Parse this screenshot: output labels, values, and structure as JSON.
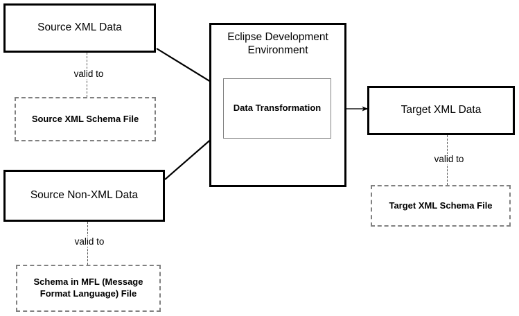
{
  "diagram": {
    "title": "Data Transformation flow between source data, Eclipse Development Environment, and target data",
    "colors": {
      "stroke_heavy": "#000000",
      "stroke_thin": "#808080",
      "dashed": "#808080",
      "connector_dash": "#555555",
      "background": "#ffffff",
      "text": "#000000"
    }
  },
  "nodes": {
    "source_xml_data": {
      "label": "Source XML Data"
    },
    "source_xml_schema_file": {
      "label": "Source XML Schema File"
    },
    "source_non_xml_data": {
      "label": "Source Non-XML Data"
    },
    "schema_in_mfl_file": {
      "label": "Schema in MFL (Message Format Language) File"
    },
    "eclipse_environment": {
      "label": "Eclipse Development Environment"
    },
    "data_transformation": {
      "label": "Data Transformation"
    },
    "target_xml_data": {
      "label": "Target XML Data"
    },
    "target_xml_schema_file": {
      "label": "Target XML Schema File"
    }
  },
  "edges": {
    "source_xml_valid_to": {
      "label": "valid to"
    },
    "source_non_xml_valid_to": {
      "label": "valid to"
    },
    "target_xml_valid_to": {
      "label": "valid to"
    }
  }
}
